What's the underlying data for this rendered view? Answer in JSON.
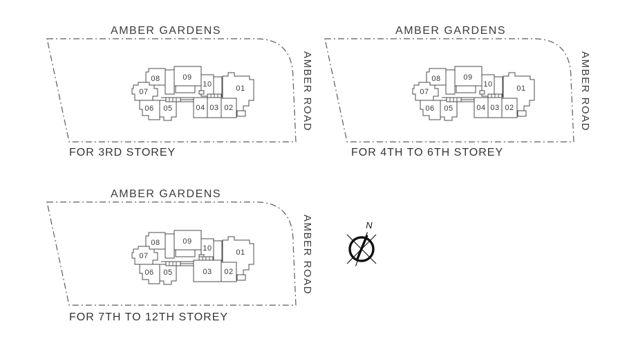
{
  "sheet": {
    "background": "#ffffff"
  },
  "colors": {
    "line": "#4b4b4b",
    "boundary": "#5a5a5a",
    "text": "#3c3c3c",
    "hatch": "#3c3c3c"
  },
  "panels": [
    {
      "top_road": "AMBER GARDENS",
      "side_road": "AMBER ROAD",
      "caption": "FOR 3RD STOREY",
      "highlighted_unit": "02",
      "units": [
        {
          "label": "08"
        },
        {
          "label": "09"
        },
        {
          "label": "10"
        },
        {
          "label": "01"
        },
        {
          "label": "07"
        },
        {
          "label": "06"
        },
        {
          "label": "05"
        },
        {
          "label": "04"
        },
        {
          "label": "03"
        },
        {
          "label": "02"
        }
      ]
    },
    {
      "top_road": "AMBER GARDENS",
      "side_road": "AMBER ROAD",
      "caption": "FOR 4TH TO 6TH STOREY",
      "highlighted_unit": "02",
      "units": [
        {
          "label": "08"
        },
        {
          "label": "09"
        },
        {
          "label": "10"
        },
        {
          "label": "01"
        },
        {
          "label": "07"
        },
        {
          "label": "06"
        },
        {
          "label": "05"
        },
        {
          "label": "04"
        },
        {
          "label": "03"
        },
        {
          "label": "02"
        }
      ]
    },
    {
      "top_road": "AMBER GARDENS",
      "side_road": "AMBER ROAD",
      "caption": "FOR 7TH TO 12TH STOREY",
      "highlighted_unit": "02",
      "units": [
        {
          "label": "08"
        },
        {
          "label": "09"
        },
        {
          "label": "10"
        },
        {
          "label": "01"
        },
        {
          "label": "07"
        },
        {
          "label": "06"
        },
        {
          "label": "05"
        },
        {
          "label": "03"
        },
        {
          "label": "02"
        }
      ]
    }
  ],
  "compass": {
    "north_label": "N"
  }
}
